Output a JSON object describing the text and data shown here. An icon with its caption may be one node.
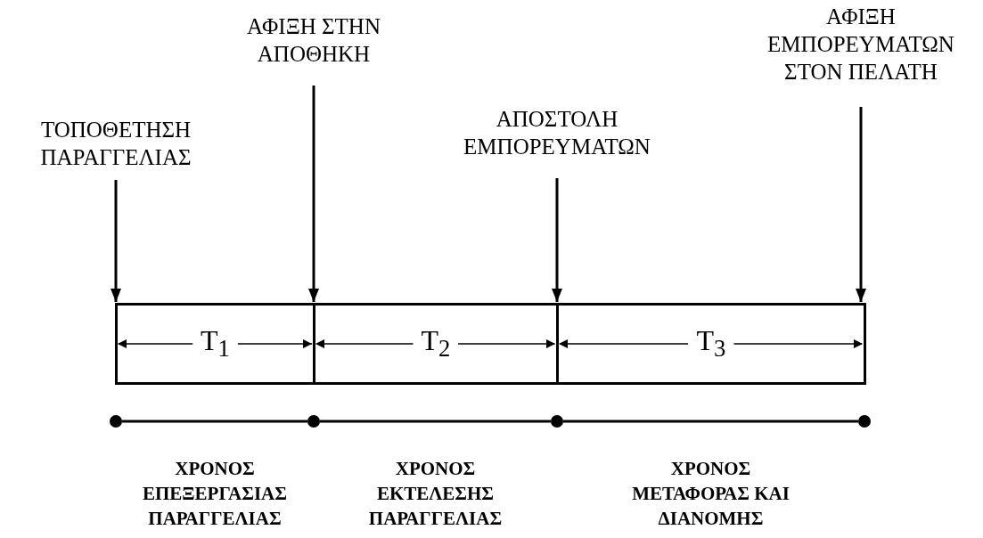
{
  "diagram": {
    "nodes": [
      {
        "text": [
          "ΤΟΠΟΘΕΤΗΣΗ ΠΑΡΑΓΓΕΛΙΑΣ"
        ]
      },
      {
        "text": [
          "ΑΦΙΞΗ ΣΤΗΝ ΑΠΟΘΗΚΗ"
        ]
      },
      {
        "text": [
          "ΑΠΟΣΤΟΛΗ ΕΜΠΟΡΕΥΜΑΤΩΝ"
        ]
      },
      {
        "text": [
          "ΑΦΙΞΗ ΕΜΠΟΡΕΥΜΑΤΩΝ ΣΤΟΝ ΠΕΛΑΤΗ"
        ]
      },
      {
        "text": [
          "T$_{1}$"
        ]
      },
      {
        "text": [
          "T$_{2}$"
        ]
      },
      {
        "text": [
          "T$_{3}$"
        ]
      },
      {
        "text": [],
        "shape": "circle"
      },
      {
        "text": [],
        "shape": "circle"
      },
      {
        "text": [],
        "shape": "circle"
      },
      {
        "text": [],
        "shape": "circle"
      }
    ],
    "edges": [
      {
        "from": 0,
        "to": 4,
        "arrow": "to"
      },
      {
        "from": 1,
        "to": 4,
        "arrow": "to"
      },
      {
        "from": 2,
        "to": 5,
        "arrow": "to"
      },
      {
        "from": 3,
        "to": 6,
        "arrow": "to"
      },
      {
        "from": 7,
        "to": 8,
        "arrow": "none"
      },
      {
        "from": 8,
        "to": 9,
        "arrow": "none"
      },
      {
        "from": 9,
        "to": 10,
        "arrow": "none"
      }
    ],
    "labels": [
      "ΧΡΟΝΟΣ ΕΠΕΞΕΡΓΑΣΙΑΣ ΠΑΡΑΓΓΕΛΙΑΣ",
      "ΧΡΟΝΟΣ ΕΚΤΕΛΕΣΗΣ ΠΑΡΑΓΓΕΛΙΑΣ",
      "ΧΡΟΝΟΣ ΜΕΤΑΦΟΡΑΣ ΚΑΙ ΔΙΑΝΟΜΗΣ"
    ]
  }
}
